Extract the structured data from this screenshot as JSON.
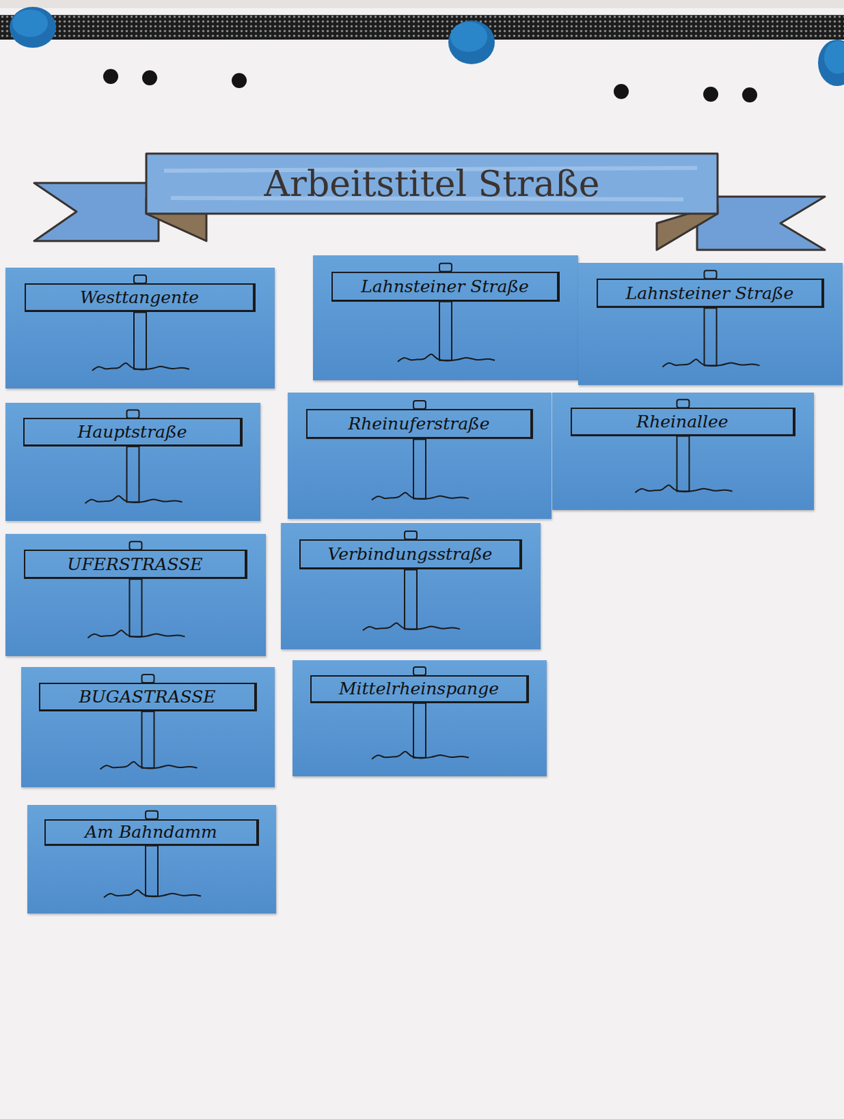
{
  "diagram": {
    "title": "Arbeitstitel Straße",
    "nodes": [
      {
        "text": [
          "Westtangente"
        ]
      },
      {
        "text": [
          "Lahnsteiner Straße"
        ]
      },
      {
        "text": [
          "Lahnsteiner Straße"
        ]
      },
      {
        "text": [
          "Hauptstraße"
        ]
      },
      {
        "text": [
          "Rheinuferstraße"
        ]
      },
      {
        "text": [
          "Rheinallee"
        ]
      },
      {
        "text": [
          "UFERSTRASSE"
        ]
      },
      {
        "text": [
          "Verbindungsstraße"
        ]
      },
      {
        "text": [
          "BUGASTRASSE"
        ]
      },
      {
        "text": [
          "Mittelrheinspange"
        ]
      },
      {
        "text": [
          "Am Bahndamm"
        ]
      }
    ]
  }
}
